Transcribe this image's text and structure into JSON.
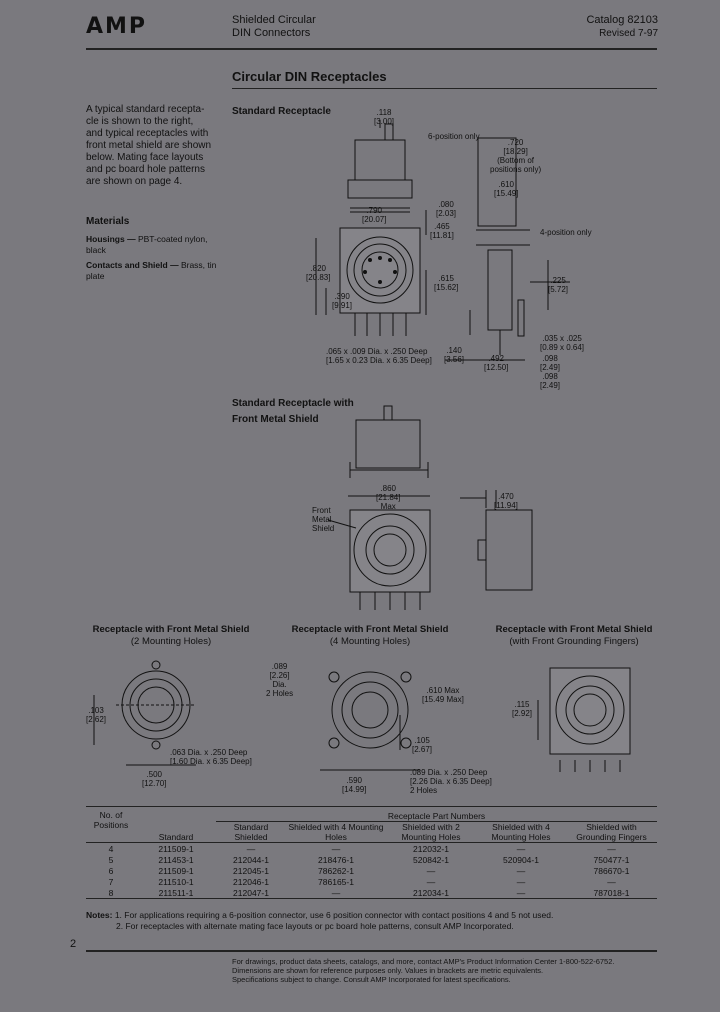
{
  "header": {
    "logo": "AMP",
    "title_line1": "Shielded Circular",
    "title_line2": "DIN Connectors",
    "catalog": "Catalog 82103",
    "revised": "Revised 7-97"
  },
  "section_title": "Circular DIN Receptacles",
  "intro": [
    "A typical standard recepta-",
    "cle is shown to the right,",
    "and typical receptacles with",
    "front metal shield are shown",
    "below. Mating face layouts",
    "and pc board hole patterns",
    "are shown on page 4."
  ],
  "materials": {
    "heading": "Materials",
    "housings_label": "Housings —",
    "housings_value": "PBT-coated nylon, black",
    "contacts_label": "Contacts and Shield —",
    "contacts_value": "Brass, tin",
    "contacts_value2": "plate"
  },
  "fig1": {
    "title": "Standard Receptacle",
    "dims": {
      "d1": ".118",
      "d1m": "[3.00]",
      "note6": "6-position only",
      "d2": ".720",
      "d2m": "[18.29]",
      "d2n1": "(Bottom of",
      "d2n2": "positions only)",
      "d3": ".610",
      "d3m": "[15.49]",
      "d4": ".790",
      "d4m": "[20.07]",
      "d5": ".080",
      "d5m": "[2.03]",
      "d6": ".465",
      "d6m": "[11.81]",
      "note4": "4-position only",
      "d7": ".820",
      "d7m": "[20.83]",
      "d8": ".615",
      "d8m": "[15.62]",
      "d9": ".225",
      "d9m": "[5.72]",
      "d10": ".390",
      "d10m": "[9.91]",
      "d11": ".035 x .025",
      "d11m": "[0.89 x 0.64]",
      "d12": ".140",
      "d12m": "[3.56]",
      "d13": ".098",
      "d13m": "[2.49]",
      "d14": ".492",
      "d14m": "[12.50]",
      "d15": ".098",
      "d15m": "[2.49]",
      "hole": ".065 x .009 Dia. x .250 Deep",
      "holem": "[1.65 x 0.23 Dia. x 6.35 Deep]"
    }
  },
  "fig2": {
    "title1": "Standard Receptacle with",
    "title2": "Front Metal Shield",
    "d1": ".860",
    "d1m": "[21.84]",
    "d1n": "Max",
    "d2": ".470",
    "d2m": "[11.94]",
    "label1": "Front",
    "label2": "Metal",
    "label3": "Shield"
  },
  "fig3": {
    "cap1": "Receptacle with Front Metal Shield",
    "cap2": "(2 Mounting Holes)",
    "d1": ".103",
    "d1m": "[2.62]",
    "d2": ".500",
    "d2m": "[12.70]",
    "hole": ".063 Dia. x .250 Deep",
    "holem": "[1.60 Dia. x 6.35 Deep]"
  },
  "fig4": {
    "cap1": "Receptacle with Front Metal Shield",
    "cap2": "(4 Mounting Holes)",
    "d1": ".089",
    "d1m": "[2.26]",
    "d1n": "Dia.",
    "d1n2": "2 Holes",
    "d2": ".610 Max",
    "d2m": "[15.49 Max]",
    "d3": ".105",
    "d3m": "[2.67]",
    "d4": ".590",
    "d4m": "[14.99]",
    "hole": ".089 Dia. x .250 Deep",
    "holem": "[2.26 Dia. x 6.35 Deep]",
    "holen": "2 Holes"
  },
  "fig5": {
    "cap1": "Receptacle with Front Metal Shield",
    "cap2": "(with Front Grounding Fingers)",
    "d1": ".115",
    "d1m": "[2.92]"
  },
  "table": {
    "group_header": "Receptacle Part Numbers",
    "columns": [
      "No. of Positions",
      "Standard",
      "Standard Shielded",
      "Shielded with 4 Mounting Holes",
      "Shielded with 2 Mounting Holes",
      "Shielded with 4 Mounting Holes",
      "Shielded with Grounding Fingers"
    ],
    "rows": [
      [
        "4",
        "211509-1",
        "—",
        "—",
        "212032-1",
        "—",
        "—"
      ],
      [
        "5",
        "211453-1",
        "212044-1",
        "218476-1",
        "520842-1",
        "520904-1",
        "750477-1"
      ],
      [
        "6",
        "211509-1",
        "212045-1",
        "786262-1",
        "—",
        "—",
        "786670-1"
      ],
      [
        "7",
        "211510-1",
        "212046-1",
        "786165-1",
        "—",
        "—",
        "—"
      ],
      [
        "8",
        "211511-1",
        "212047-1",
        "—",
        "212034-1",
        "—",
        "787018-1"
      ]
    ]
  },
  "notes": {
    "label": "Notes:",
    "n1": "1. For applications requiring a 6-position connector, use 6 position connector with contact positions 4 and 5 not used.",
    "n2": "2. For receptacles with alternate mating face layouts or pc board hole patterns, consult AMP Incorporated."
  },
  "footer": {
    "page": "2",
    "line1": "For drawings, product data sheets, catalogs, and more, contact AMP's Product Information Center 1-800-522-6752.",
    "line2": "Dimensions are shown for reference purposes only. Values in brackets are metric equivalents.",
    "line3": "Specifications subject to change. Consult AMP Incorporated for latest specifications."
  }
}
